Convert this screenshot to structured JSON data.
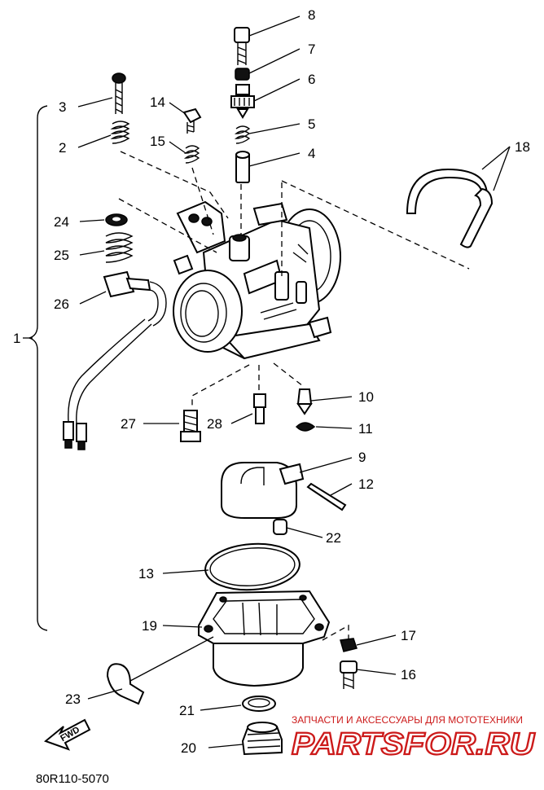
{
  "diagram": {
    "callouts": [
      {
        "id": "p1",
        "label": "1"
      },
      {
        "id": "p2",
        "label": "2"
      },
      {
        "id": "p3",
        "label": "3"
      },
      {
        "id": "p4",
        "label": "4"
      },
      {
        "id": "p5",
        "label": "5"
      },
      {
        "id": "p6",
        "label": "6"
      },
      {
        "id": "p7",
        "label": "7"
      },
      {
        "id": "p8",
        "label": "8"
      },
      {
        "id": "p9",
        "label": "9"
      },
      {
        "id": "p10",
        "label": "10"
      },
      {
        "id": "p11",
        "label": "11"
      },
      {
        "id": "p12",
        "label": "12"
      },
      {
        "id": "p13",
        "label": "13"
      },
      {
        "id": "p14",
        "label": "14"
      },
      {
        "id": "p15",
        "label": "15"
      },
      {
        "id": "p16",
        "label": "16"
      },
      {
        "id": "p17",
        "label": "17"
      },
      {
        "id": "p18",
        "label": "18"
      },
      {
        "id": "p19",
        "label": "19"
      },
      {
        "id": "p20",
        "label": "20"
      },
      {
        "id": "p21",
        "label": "21"
      },
      {
        "id": "p22",
        "label": "22"
      },
      {
        "id": "p23",
        "label": "23"
      },
      {
        "id": "p24",
        "label": "24"
      },
      {
        "id": "p25",
        "label": "25"
      },
      {
        "id": "p26",
        "label": "26"
      },
      {
        "id": "p27",
        "label": "27"
      },
      {
        "id": "p28",
        "label": "28"
      }
    ],
    "diagram_code": "80R110-5070",
    "forward_marker": "FWD"
  },
  "watermark": {
    "tagline": "ЗАПЧАСТИ И АКСЕССУАРЫ ДЛЯ МОТОТЕХНИКИ",
    "brand": "PARTSFOR.RU",
    "color": "#cc1a1a"
  }
}
